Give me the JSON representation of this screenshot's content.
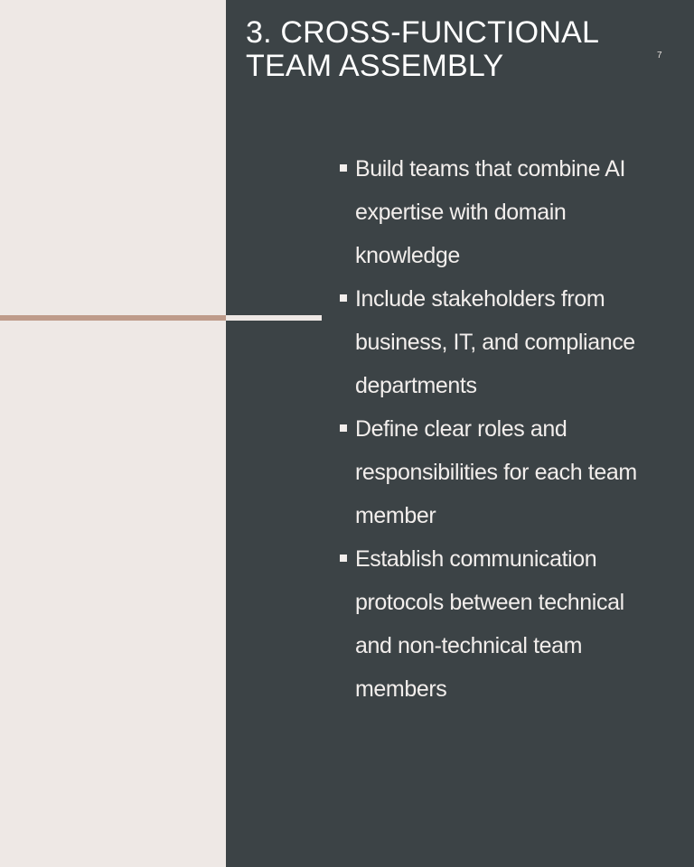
{
  "slide": {
    "title": "3. CROSS-FUNCTIONAL TEAM ASSEMBLY",
    "page_number": "7",
    "bullets": [
      "Build teams that combine AI expertise with domain knowledge",
      "Include stakeholders from business, IT, and compliance departments",
      "Define clear roles and responsibilities for each team member",
      "Establish communication protocols between technical and non-technical team members"
    ]
  },
  "colors": {
    "left_background": "#EEE8E5",
    "right_background": "#3C4346",
    "accent_line": "#BE9B8A",
    "text": "#FFFFFF"
  }
}
